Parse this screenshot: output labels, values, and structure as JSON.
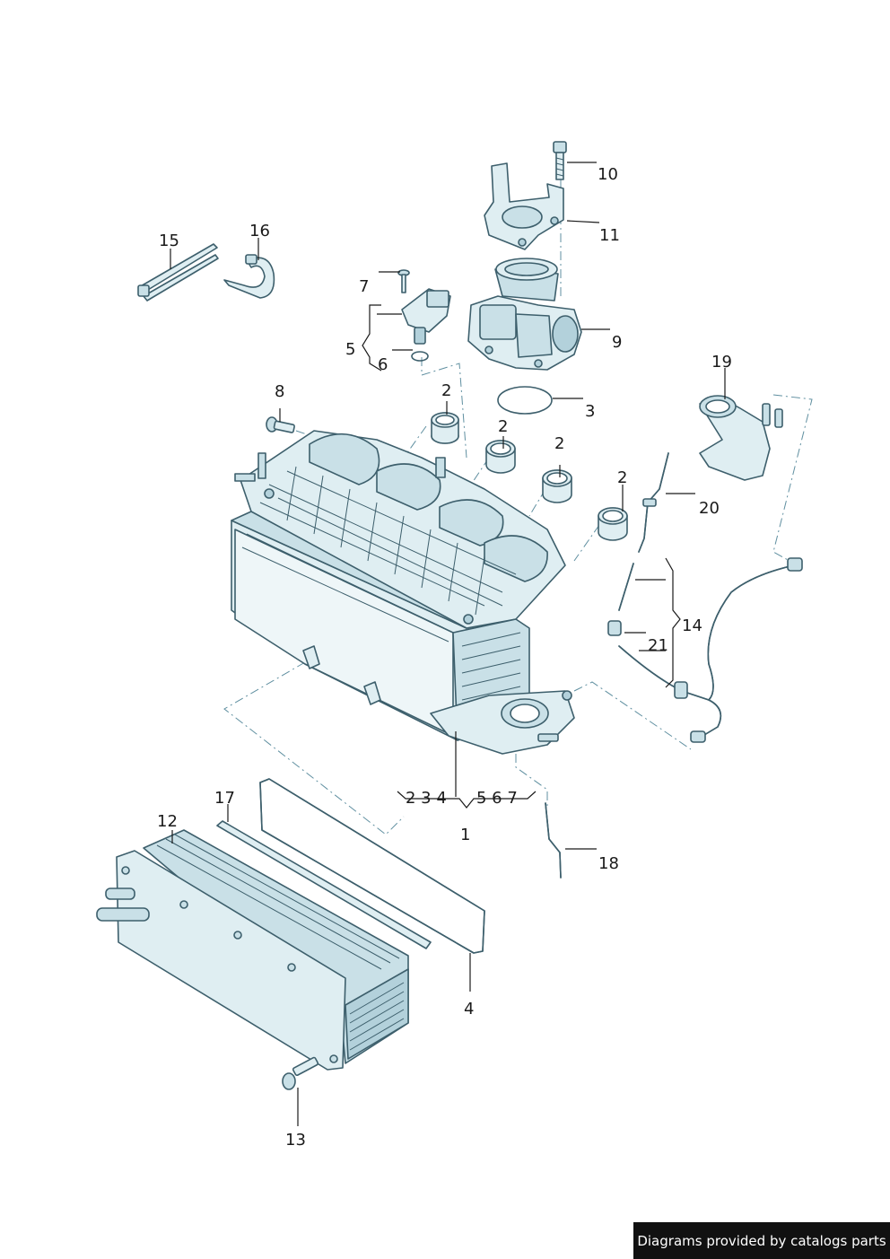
{
  "callouts": {
    "c1": "1",
    "c2a": "2",
    "c2b": "2",
    "c2c": "2",
    "c2d": "2",
    "c3": "3",
    "c4": "4",
    "c5": "5",
    "c6": "6",
    "c7": "7",
    "c8": "8",
    "c9": "9",
    "c10": "10",
    "c11": "11",
    "c12": "12",
    "c13": "13",
    "c14": "14",
    "c15": "15",
    "c16": "16",
    "c17": "17",
    "c18": "18",
    "c19": "19",
    "c20": "20",
    "c21": "21",
    "group_left": "2 3 4",
    "group_right": "5 6 7"
  },
  "footer": {
    "text": "Diagrams provided by catalogs parts"
  }
}
